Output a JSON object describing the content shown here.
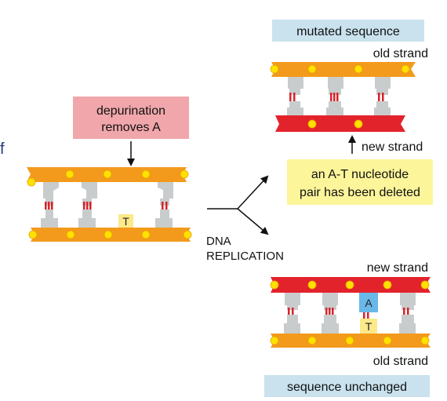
{
  "labels": {
    "left_fragment": "f",
    "depurination": [
      "depurination",
      "removes A"
    ],
    "replication": [
      "DNA",
      "REPLICATION"
    ],
    "mutated_sequence": "mutated sequence",
    "top_old_strand": "old strand",
    "top_new_strand": "new strand",
    "deletion_note": [
      "an A-T nucleotide",
      "pair has been deleted"
    ],
    "bottom_new_strand": "new strand",
    "bottom_old_strand": "old strand",
    "sequence_unchanged": "sequence unchanged"
  },
  "bases": {
    "left_T": "T",
    "bottom_A": "A",
    "bottom_T": "T"
  },
  "colors": {
    "old_strand": "#f39a1c",
    "new_strand": "#e3232b",
    "phosphate": "#ffe000",
    "base_block": "#c9cccc",
    "hbond": "#d6232a",
    "pink_box": "#f0a6aa",
    "yellow_box": "#fdf59a",
    "blue_box": "#c9e2ee",
    "base_A": "#68b8e8",
    "base_T": "#fbe98a",
    "navy_text": "#1c3a7a"
  }
}
